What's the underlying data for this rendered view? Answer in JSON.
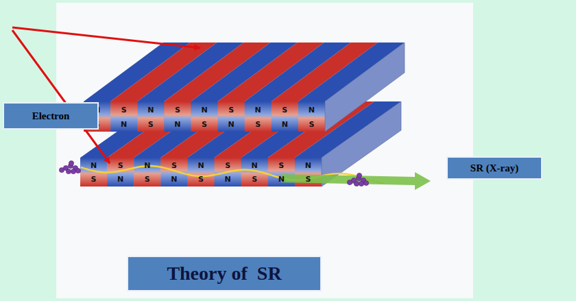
{
  "diagram": {
    "nodes": [
      {
        "text": [
          "Electron"
        ]
      },
      {
        "text": [
          "SR (X-ray)"
        ]
      },
      {
        "text": [
          "Theory of  SR"
        ]
      }
    ],
    "labels": [
      "N",
      "S",
      "N",
      "S",
      "N",
      "S",
      "N",
      "S",
      "N",
      "S",
      "N",
      "S",
      "N",
      "S",
      "N",
      "S",
      "N",
      "S",
      "N",
      "S",
      "N",
      "S",
      "N",
      "S",
      "N",
      "S",
      "N",
      "S",
      "N",
      "S",
      "N",
      "S",
      "N",
      "S",
      "N",
      "S"
    ]
  }
}
